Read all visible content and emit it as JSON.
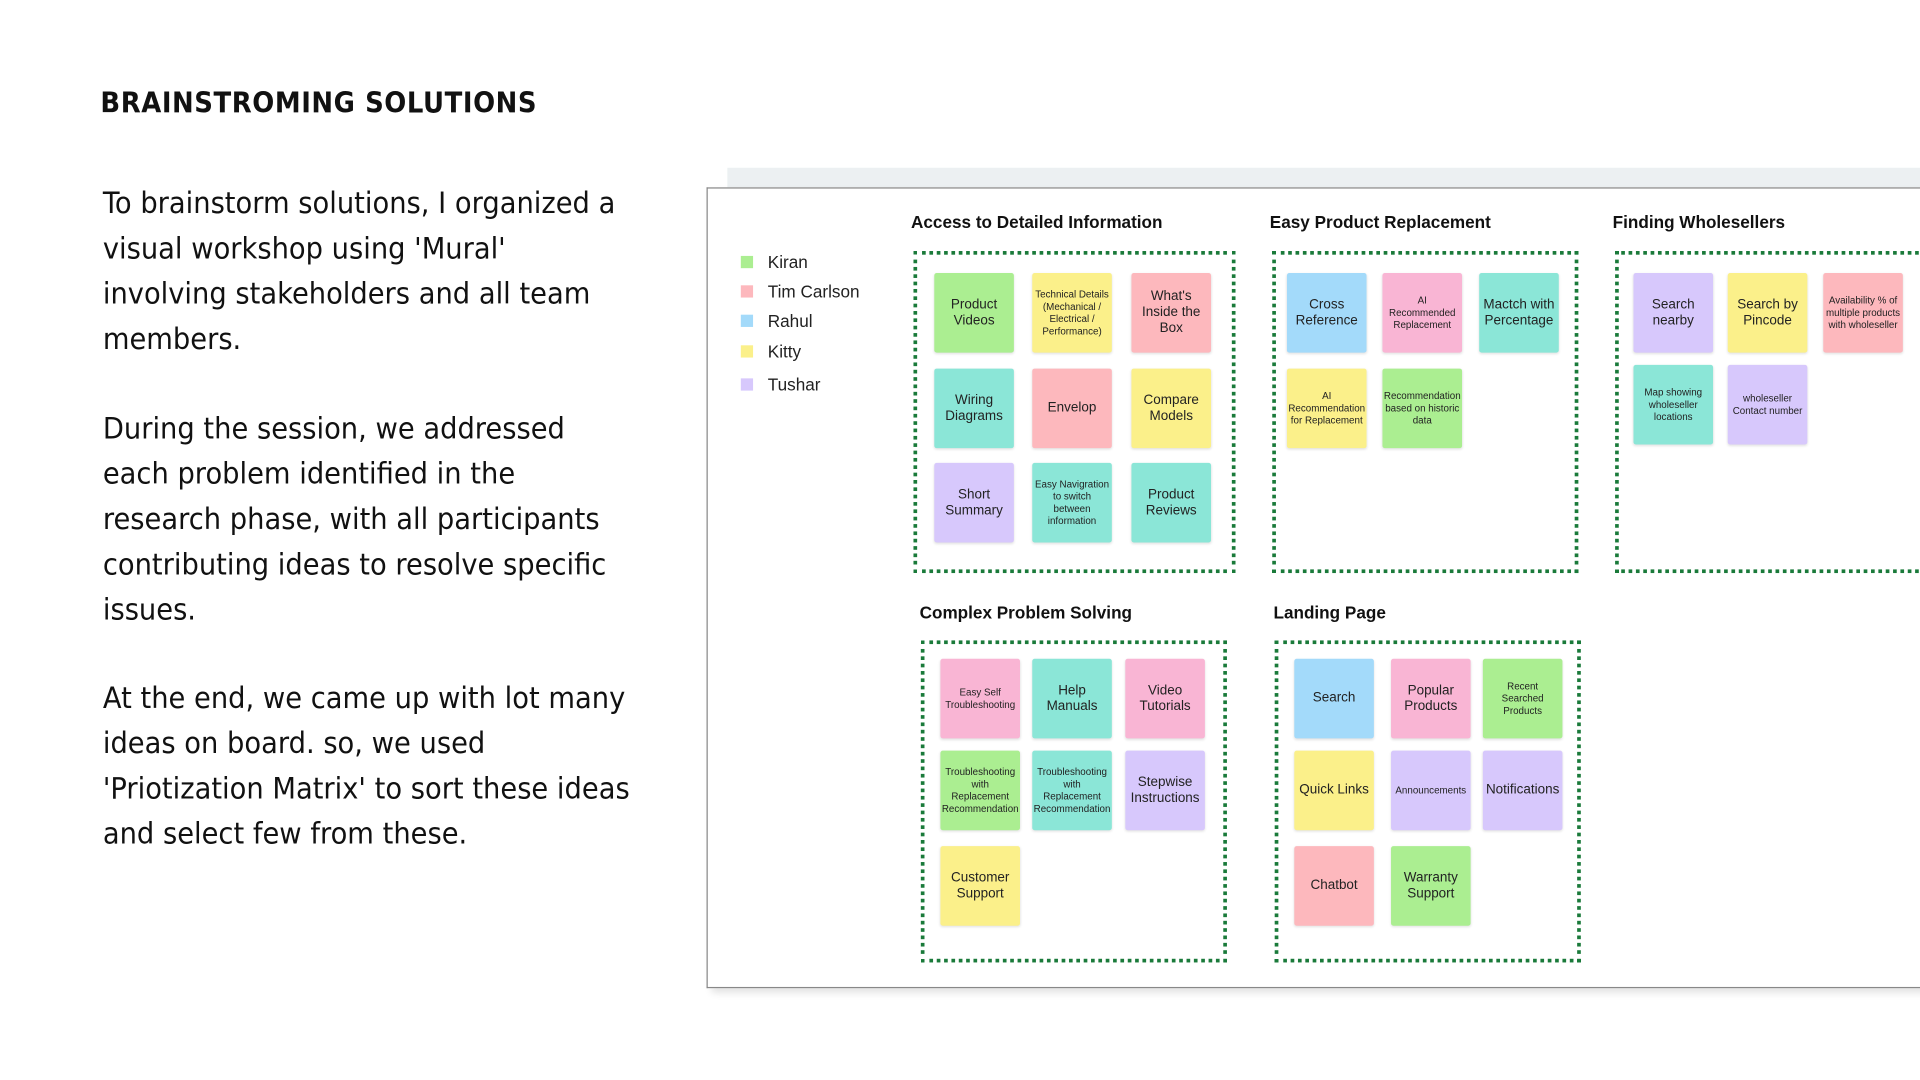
{
  "heading": "BRAINSTROMING SOLUTIONS",
  "paragraphs": [
    "To brainstorm solutions, I organized a visual workshop using 'Mural' involving stakeholders and all team members.",
    "During the session, we addressed each problem identified in the research phase, with all participants contributing ideas to resolve specific issues.",
    "At the end, we came up with lot many ideas on board. so, we used 'Priotization Matrix' to sort these ideas and select few from these."
  ],
  "colors": {
    "green": "#abee91",
    "salmon": "#fdb8bd",
    "blue": "#a3dafa",
    "yellow": "#fbf08a",
    "purple": "#d7c8fc",
    "teal": "#8be6d7",
    "pink": "#f9b5d4",
    "board_border": "#1a7a3a"
  },
  "legend": [
    {
      "name": "Kiran",
      "color": "green"
    },
    {
      "name": "Tim Carlson",
      "color": "salmon"
    },
    {
      "name": "Rahul",
      "color": "blue"
    },
    {
      "name": "Kitty",
      "color": "yellow"
    },
    {
      "name": "Tushar",
      "color": "purple"
    }
  ],
  "boards": [
    {
      "title": "Access to Detailed Information",
      "notes": [
        {
          "text": "Product Videos",
          "color": "green"
        },
        {
          "text": "Technical Details (Mechanical / Electrical / Performance)",
          "color": "yellow"
        },
        {
          "text": "What's Inside the Box",
          "color": "salmon"
        },
        {
          "text": "Wiring Diagrams",
          "color": "teal"
        },
        {
          "text": "Envelop",
          "color": "salmon"
        },
        {
          "text": "Compare Models",
          "color": "yellow"
        },
        {
          "text": "Short Summary",
          "color": "purple"
        },
        {
          "text": "Easy Navigration to switch between information",
          "color": "teal"
        },
        {
          "text": "Product Reviews",
          "color": "teal"
        }
      ]
    },
    {
      "title": "Easy Product Replacement",
      "notes": [
        {
          "text": "Cross Reference",
          "color": "blue"
        },
        {
          "text": "AI Recommended Replacement",
          "color": "pink"
        },
        {
          "text": "Mactch with Percentage",
          "color": "teal"
        },
        {
          "text": "AI Recommendation for Replacement",
          "color": "yellow"
        },
        {
          "text": "Recommendation based on historic data",
          "color": "green"
        }
      ]
    },
    {
      "title": "Finding Wholesellers",
      "notes": [
        {
          "text": "Search nearby",
          "color": "purple"
        },
        {
          "text": "Search by Pincode",
          "color": "yellow"
        },
        {
          "text": "Availability % of multiple products with wholeseller",
          "color": "salmon"
        },
        {
          "text": "Map showing wholeseller locations",
          "color": "teal"
        },
        {
          "text": "wholeseller Contact number",
          "color": "purple"
        }
      ]
    },
    {
      "title": "Complex Problem Solving",
      "notes": [
        {
          "text": "Easy Self Troubleshooting",
          "color": "pink"
        },
        {
          "text": "Help Manuals",
          "color": "teal"
        },
        {
          "text": "Video Tutorials",
          "color": "pink"
        },
        {
          "text": "Troubleshooting with Replacement Recommendation",
          "color": "green"
        },
        {
          "text": "Troubleshooting with Replacement Recommendation",
          "color": "teal"
        },
        {
          "text": "Stepwise Instructions",
          "color": "purple"
        },
        {
          "text": "Customer Support",
          "color": "yellow"
        }
      ]
    },
    {
      "title": "Landing Page",
      "notes": [
        {
          "text": "Search",
          "color": "blue"
        },
        {
          "text": "Popular Products",
          "color": "pink"
        },
        {
          "text": "Recent Searched Products",
          "color": "green"
        },
        {
          "text": "Quick Links",
          "color": "yellow"
        },
        {
          "text": "Announcements",
          "color": "purple"
        },
        {
          "text": "Notifications",
          "color": "purple"
        },
        {
          "text": "Chatbot",
          "color": "salmon"
        },
        {
          "text": "Warranty Support",
          "color": "green"
        }
      ]
    }
  ]
}
